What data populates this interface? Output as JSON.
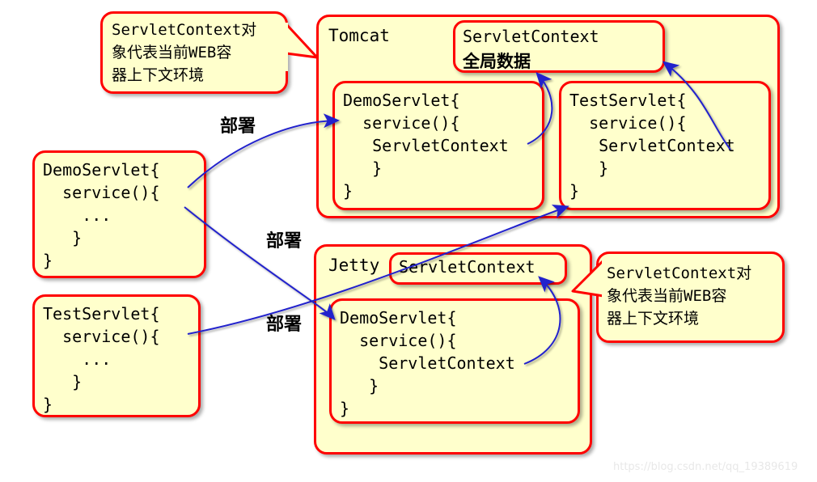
{
  "diagram": {
    "title": "ServletContext containers diagram",
    "colors": {
      "box_fill": "#ffffcc",
      "box_border": "#ff0000",
      "arrow": "#2222cc",
      "text": "#000000",
      "watermark": "#e8e8e8"
    }
  },
  "callout_left": {
    "line1": "ServletContext对",
    "line2": "象代表当前WEB容",
    "line3": "器上下文环境"
  },
  "callout_right": {
    "line1": "ServletContext对",
    "line2": "象代表当前WEB容",
    "line3": "器上下文环境"
  },
  "tomcat": {
    "label": "Tomcat",
    "context_box": {
      "line1": "ServletContext",
      "line2": "全局数据"
    },
    "servlets": [
      {
        "name": "demo-servlet",
        "lines": [
          "DemoServlet{",
          "  service(){",
          "   ServletContext",
          "   }",
          "}"
        ]
      },
      {
        "name": "test-servlet",
        "lines": [
          "TestServlet{",
          "  service(){",
          "   ServletContext",
          "   }",
          "}"
        ]
      }
    ]
  },
  "jetty": {
    "label": "Jetty",
    "context_box": {
      "line1": "ServletContext"
    },
    "servlets": [
      {
        "name": "demo-servlet",
        "lines": [
          "DemoServlet{",
          "  service(){",
          "    ServletContext",
          "   }",
          "}"
        ]
      }
    ]
  },
  "sources": [
    {
      "name": "demo-servlet-source",
      "lines": [
        "DemoServlet{",
        "  service(){",
        "    ...",
        "   }",
        "}"
      ]
    },
    {
      "name": "test-servlet-source",
      "lines": [
        "TestServlet{",
        "  service(){",
        "    ...",
        "   }",
        "}"
      ]
    }
  ],
  "deploy_labels": {
    "top": "部署",
    "middle": "部署",
    "bottom": "部署"
  },
  "watermark": "https://blog.csdn.net/qq_19389619"
}
